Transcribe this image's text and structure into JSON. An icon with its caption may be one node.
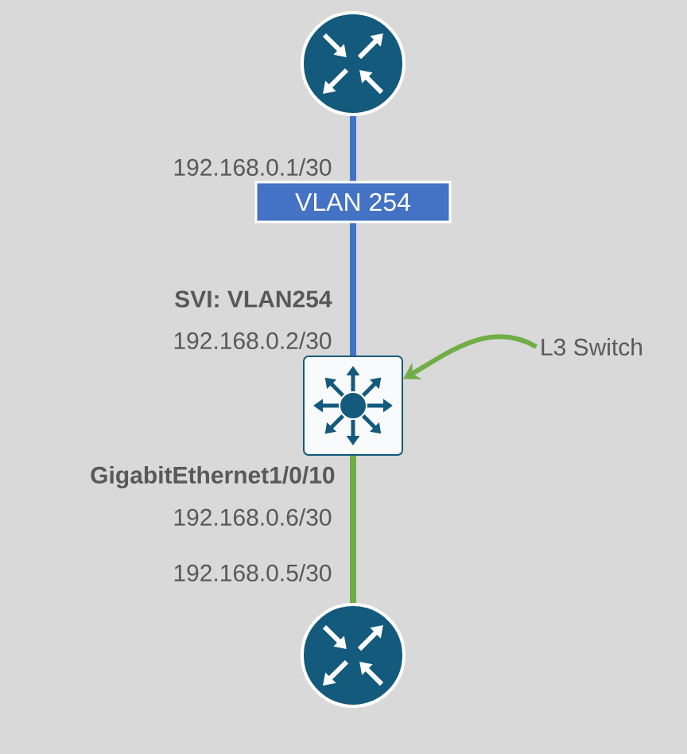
{
  "diagram": {
    "nodes": [
      {
        "text": [],
        "shape": "picture"
      },
      {
        "text": [],
        "shape": "picture"
      },
      {
        "text": [],
        "shape": "picture"
      },
      {
        "text": [
          "L3 Switch"
        ]
      }
    ],
    "edges": [
      {
        "from": 0,
        "to": 1,
        "arrow": "none",
        "label": "VLAN 254",
        "color": "#4472c4"
      },
      {
        "from": 1,
        "to": 2,
        "arrow": "none",
        "color": "#70ad47"
      },
      {
        "from": 3,
        "to": 1,
        "arrow": "to",
        "color": "#70ad47"
      }
    ],
    "labels": [
      "192.168.0.1/30",
      "**SVI: VLAN254**",
      "192.168.0.2/30",
      "**GigabitEthernet1/0/10**",
      "192.168.0.6/30",
      "192.168.0.5/30"
    ]
  }
}
